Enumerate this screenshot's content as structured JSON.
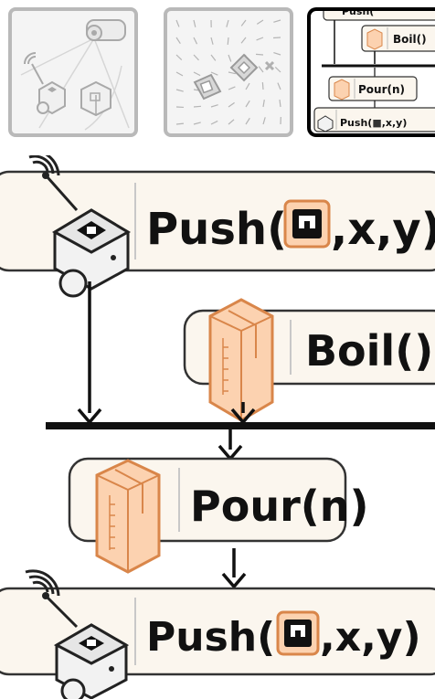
{
  "thumbnails": {
    "setup": {},
    "field": {},
    "program": {
      "push_label": "Push(",
      "push_suffix": ",x,y)",
      "boil_label": "Boil()",
      "pour_label": "Pour(n)"
    }
  },
  "program": {
    "push_label": "Push(",
    "push_suffix": ",x,y)",
    "boil_label": "Boil()",
    "pour_label": "Pour(n)",
    "push2_label": "Push(",
    "push2_suffix": ",x,y)"
  },
  "colors": {
    "block_fill": "#fbf6ee",
    "block_stroke": "#333333",
    "kettle_fill": "#fcd2b0",
    "kettle_stroke": "#d9864a",
    "robot_body": "#f2f2f2",
    "marker": "#ffffff"
  }
}
